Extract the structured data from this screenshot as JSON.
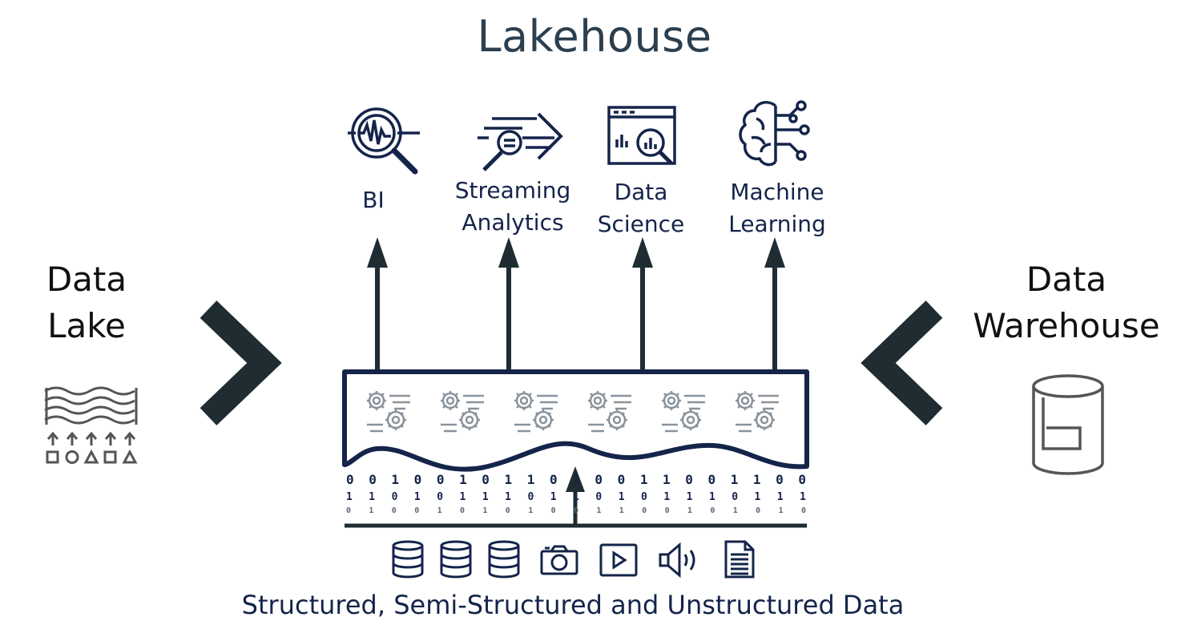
{
  "title": "Lakehouse",
  "left": {
    "line1": "Data",
    "line2": "Lake",
    "icon": "data-lake-icon"
  },
  "right": {
    "line1": "Data",
    "line2": "Warehouse",
    "icon": "database-cylinder-icon"
  },
  "use_cases": [
    {
      "line1": "BI",
      "line2": "",
      "icon": "bi-magnifier-icon"
    },
    {
      "line1": "Streaming",
      "line2": "Analytics",
      "icon": "streaming-analytics-icon"
    },
    {
      "line1": "Data",
      "line2": "Science",
      "icon": "data-science-icon"
    },
    {
      "line1": "Machine",
      "line2": "Learning",
      "icon": "machine-learning-brain-icon"
    }
  ],
  "binary_rows": [
    "0 0 1 0 0 1 0 1 1 0 1 0 0 1 1 0 0 1 1 0 0",
    "1 1 0 1 0 1 1 1 0 1 1 0 1 0 1 1 1 0 1 1 1",
    "0 1 0 0 1 0 1 0 1 0 0 1 1 0 0 1 0 1 0 1 0"
  ],
  "data_sources": [
    "database-icon",
    "database-icon",
    "database-icon",
    "camera-icon",
    "video-play-icon",
    "audio-speaker-icon",
    "document-icon"
  ],
  "bottom_label": "Structured, Semi-Structured and Unstructured Data",
  "colors": {
    "title": "#2b3f4f",
    "dark": "#1f2d33",
    "navy": "#14244a",
    "gear": "#8a939c"
  }
}
